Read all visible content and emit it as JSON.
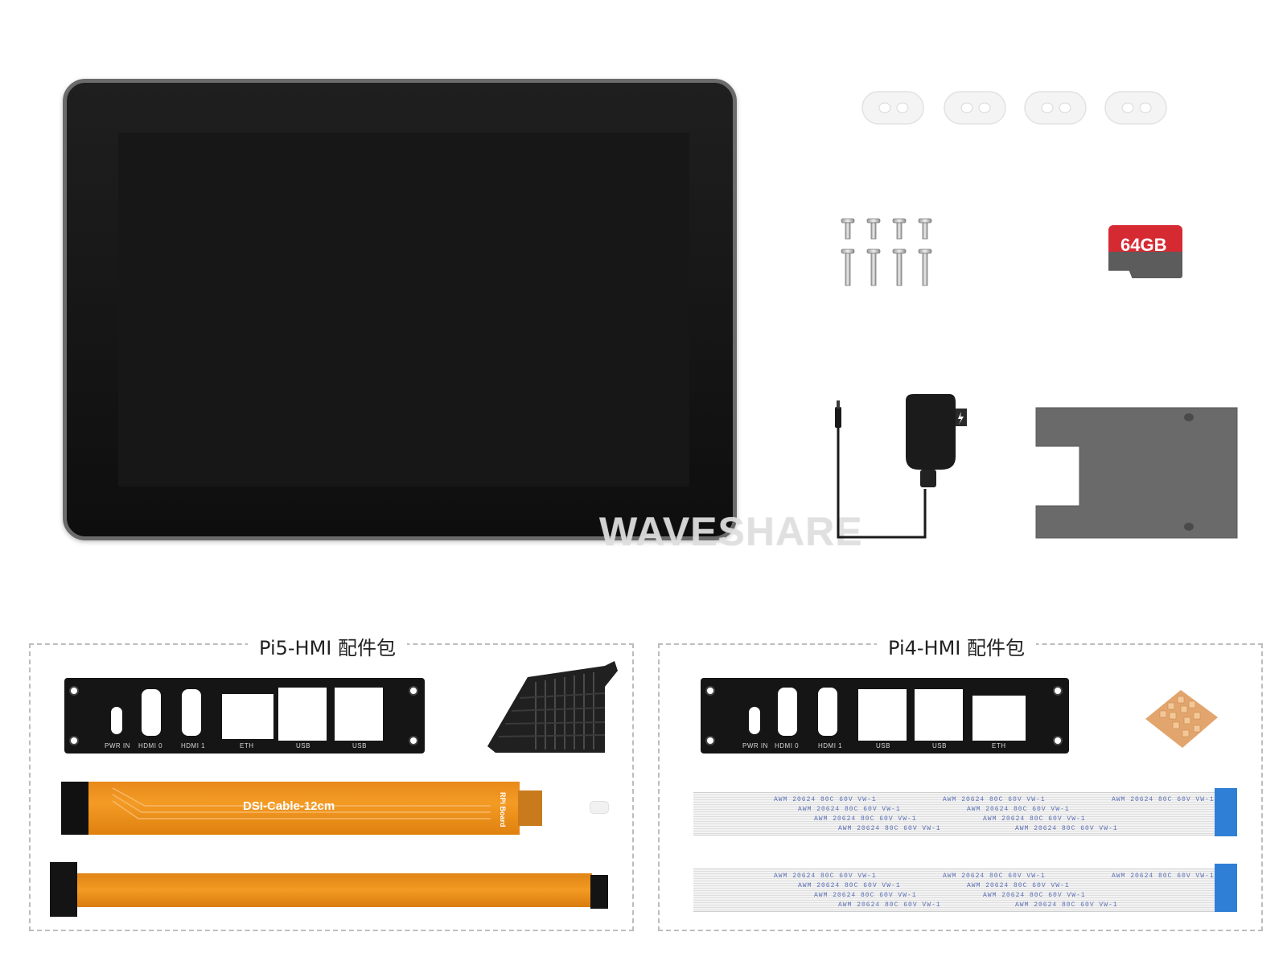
{
  "watermark": "WAVESHARE",
  "sd_card": {
    "capacity": "64GB"
  },
  "kits": [
    {
      "title": "Pi5-HMI 配件包",
      "port_labels": [
        "PWR IN",
        "HDMI 0",
        "HDMI 1",
        "ETH",
        "USB",
        "USB"
      ],
      "cable_label": "DSI-Cable-12cm",
      "cable_side_label": "RPi Board"
    },
    {
      "title": "Pi4-HMI 配件包",
      "port_labels": [
        "PWR IN",
        "HDMI 0",
        "HDMI 1",
        "USB",
        "USB",
        "ETH"
      ],
      "ribbon_text": "AWM 20624 80C 60V VW-1"
    }
  ],
  "colors": {
    "sd_red": "#d62a33",
    "cable_orange": "#f39b25",
    "ribbon_blue": "#2f7fd6",
    "copper": "#e2a56d"
  }
}
